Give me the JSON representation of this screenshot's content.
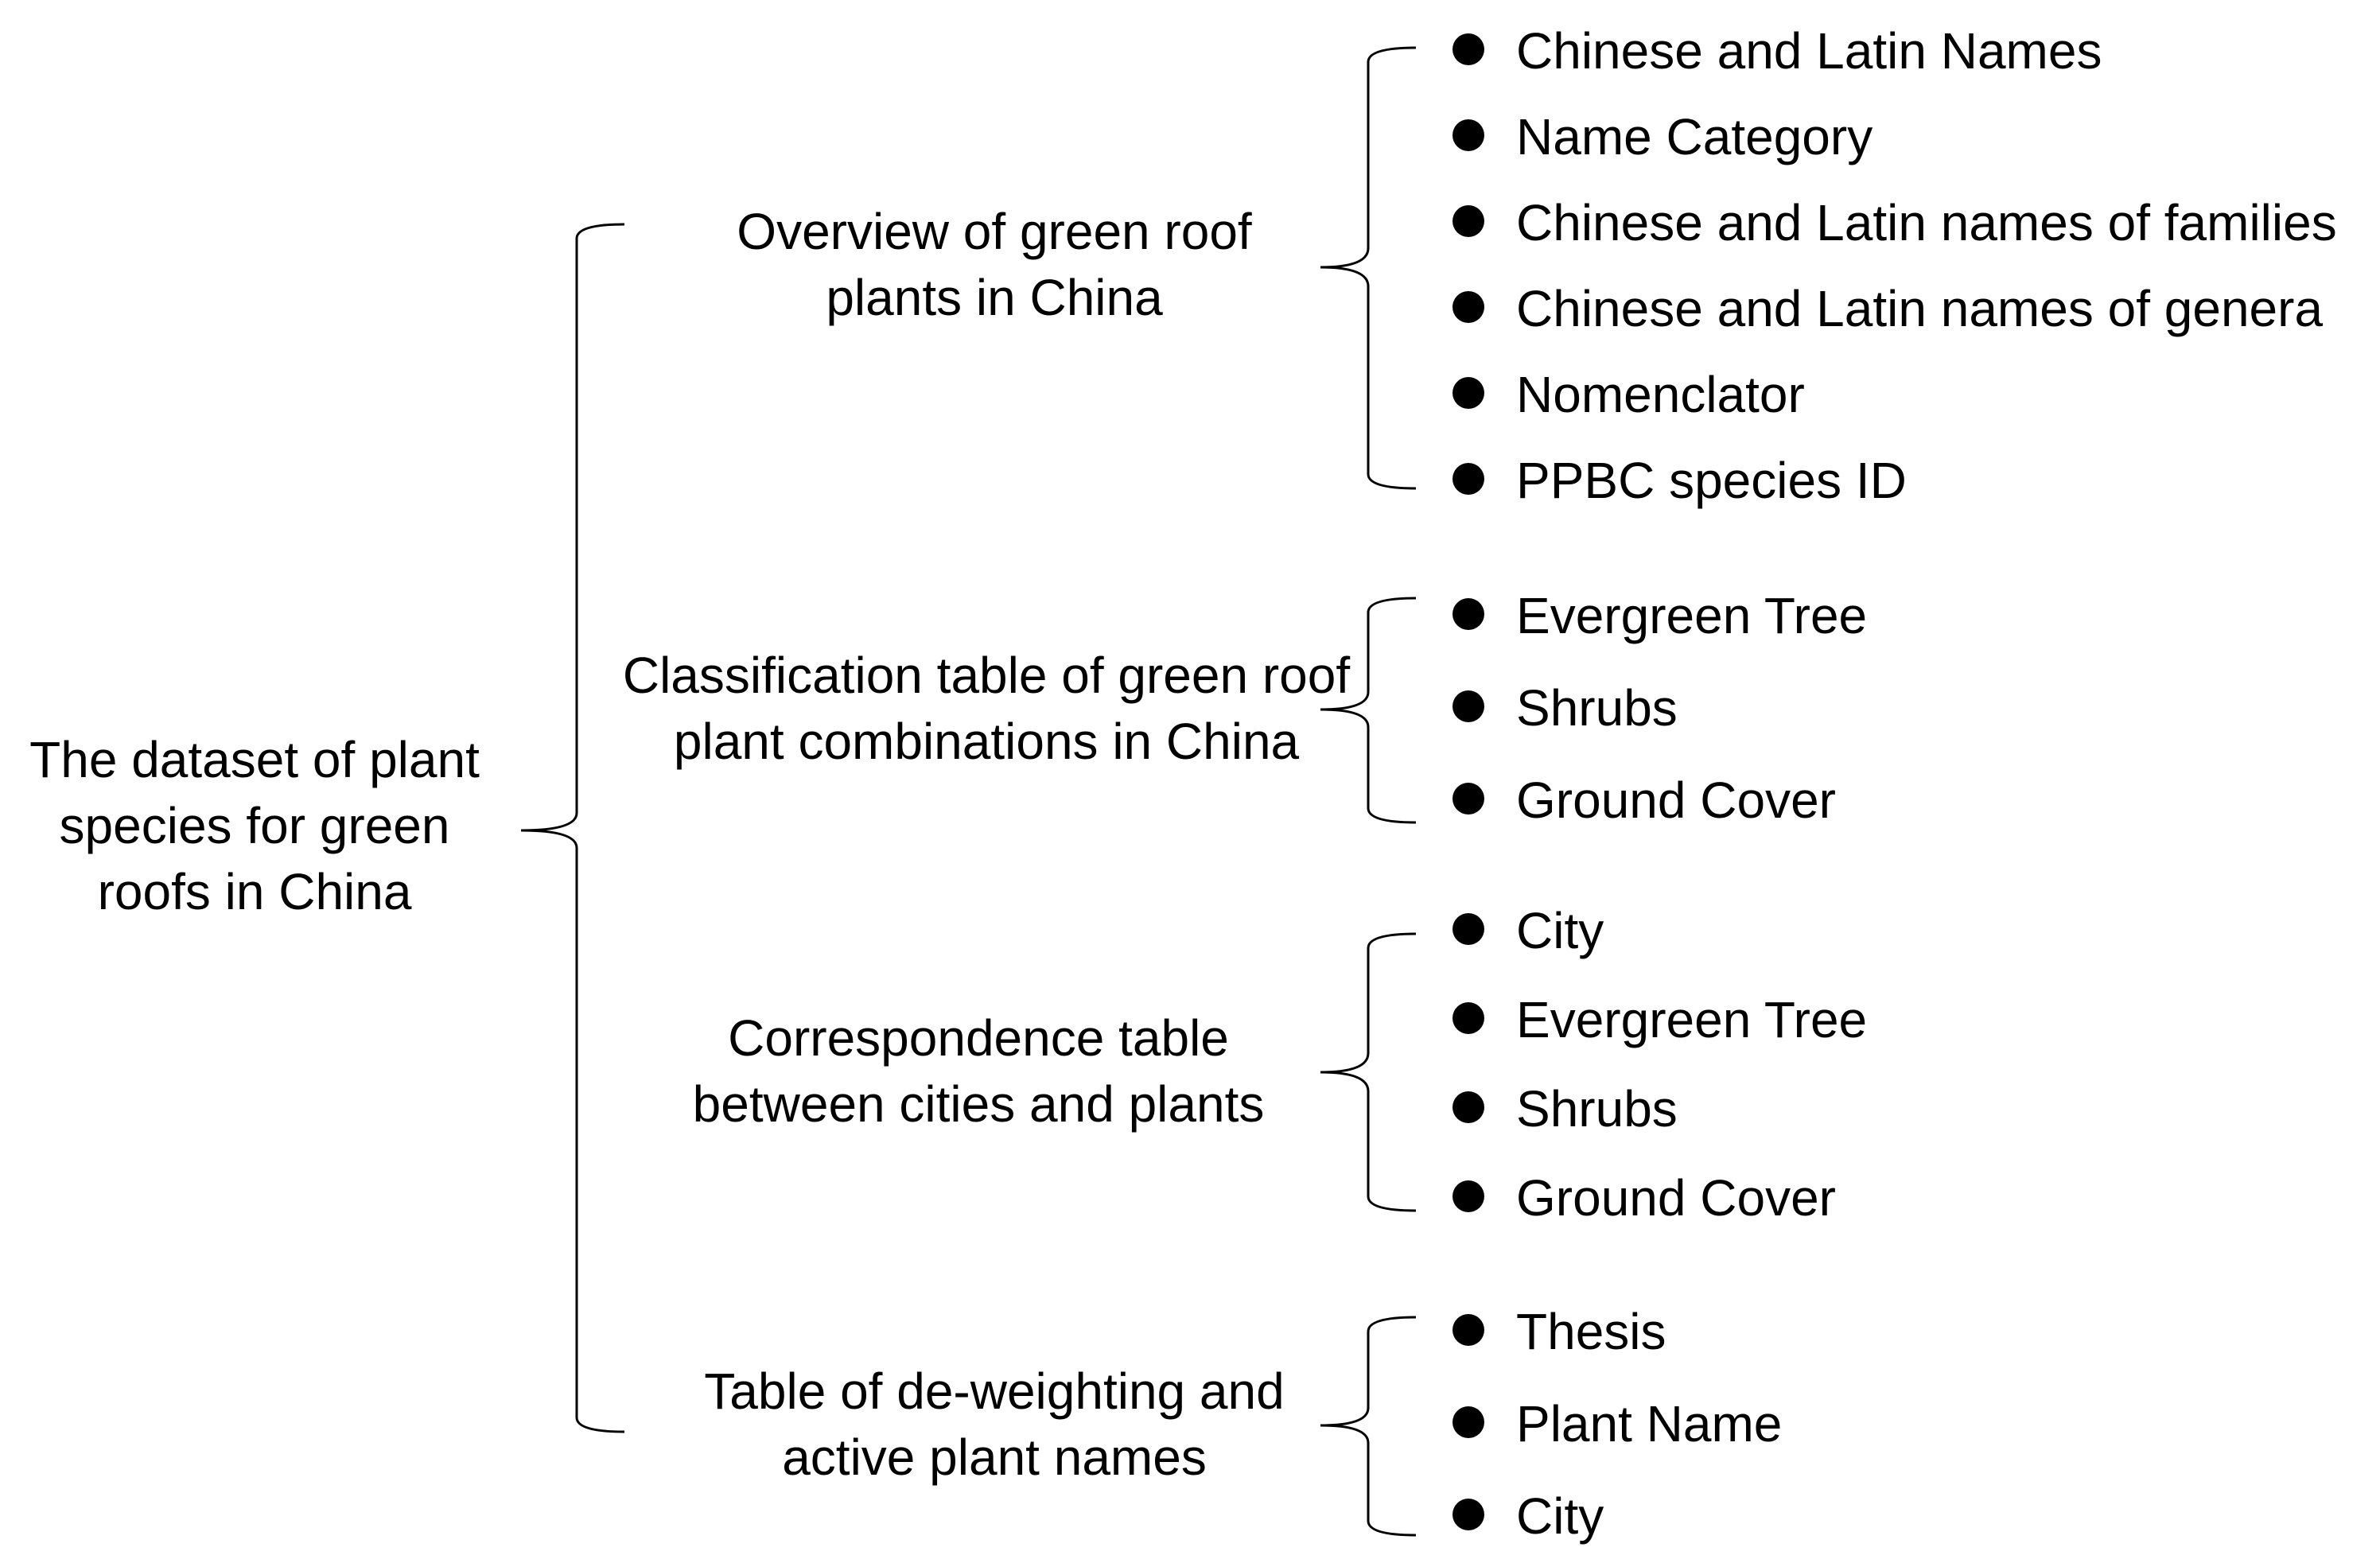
{
  "root": {
    "lines": [
      "The dataset of plant",
      "species for green",
      "roofs in China"
    ]
  },
  "branches": [
    {
      "lines": [
        "Overview of green roof",
        "plants in China"
      ],
      "items": [
        "Chinese and Latin Names",
        "Name Category",
        "Chinese and Latin names of families",
        "Chinese and Latin names of genera",
        "Nomenclator",
        "PPBC species ID"
      ]
    },
    {
      "lines": [
        "Classification table of green roof",
        "plant combinations in China"
      ],
      "items": [
        "Evergreen Tree",
        "Shrubs",
        "Ground Cover"
      ]
    },
    {
      "lines": [
        "Correspondence table",
        "between cities and plants"
      ],
      "items": [
        "City",
        "Evergreen Tree",
        "Shrubs",
        "Ground Cover"
      ]
    },
    {
      "lines": [
        "Table of de-weighting and",
        "active plant names"
      ],
      "items": [
        "Thesis",
        "Plant Name",
        "City"
      ]
    }
  ]
}
